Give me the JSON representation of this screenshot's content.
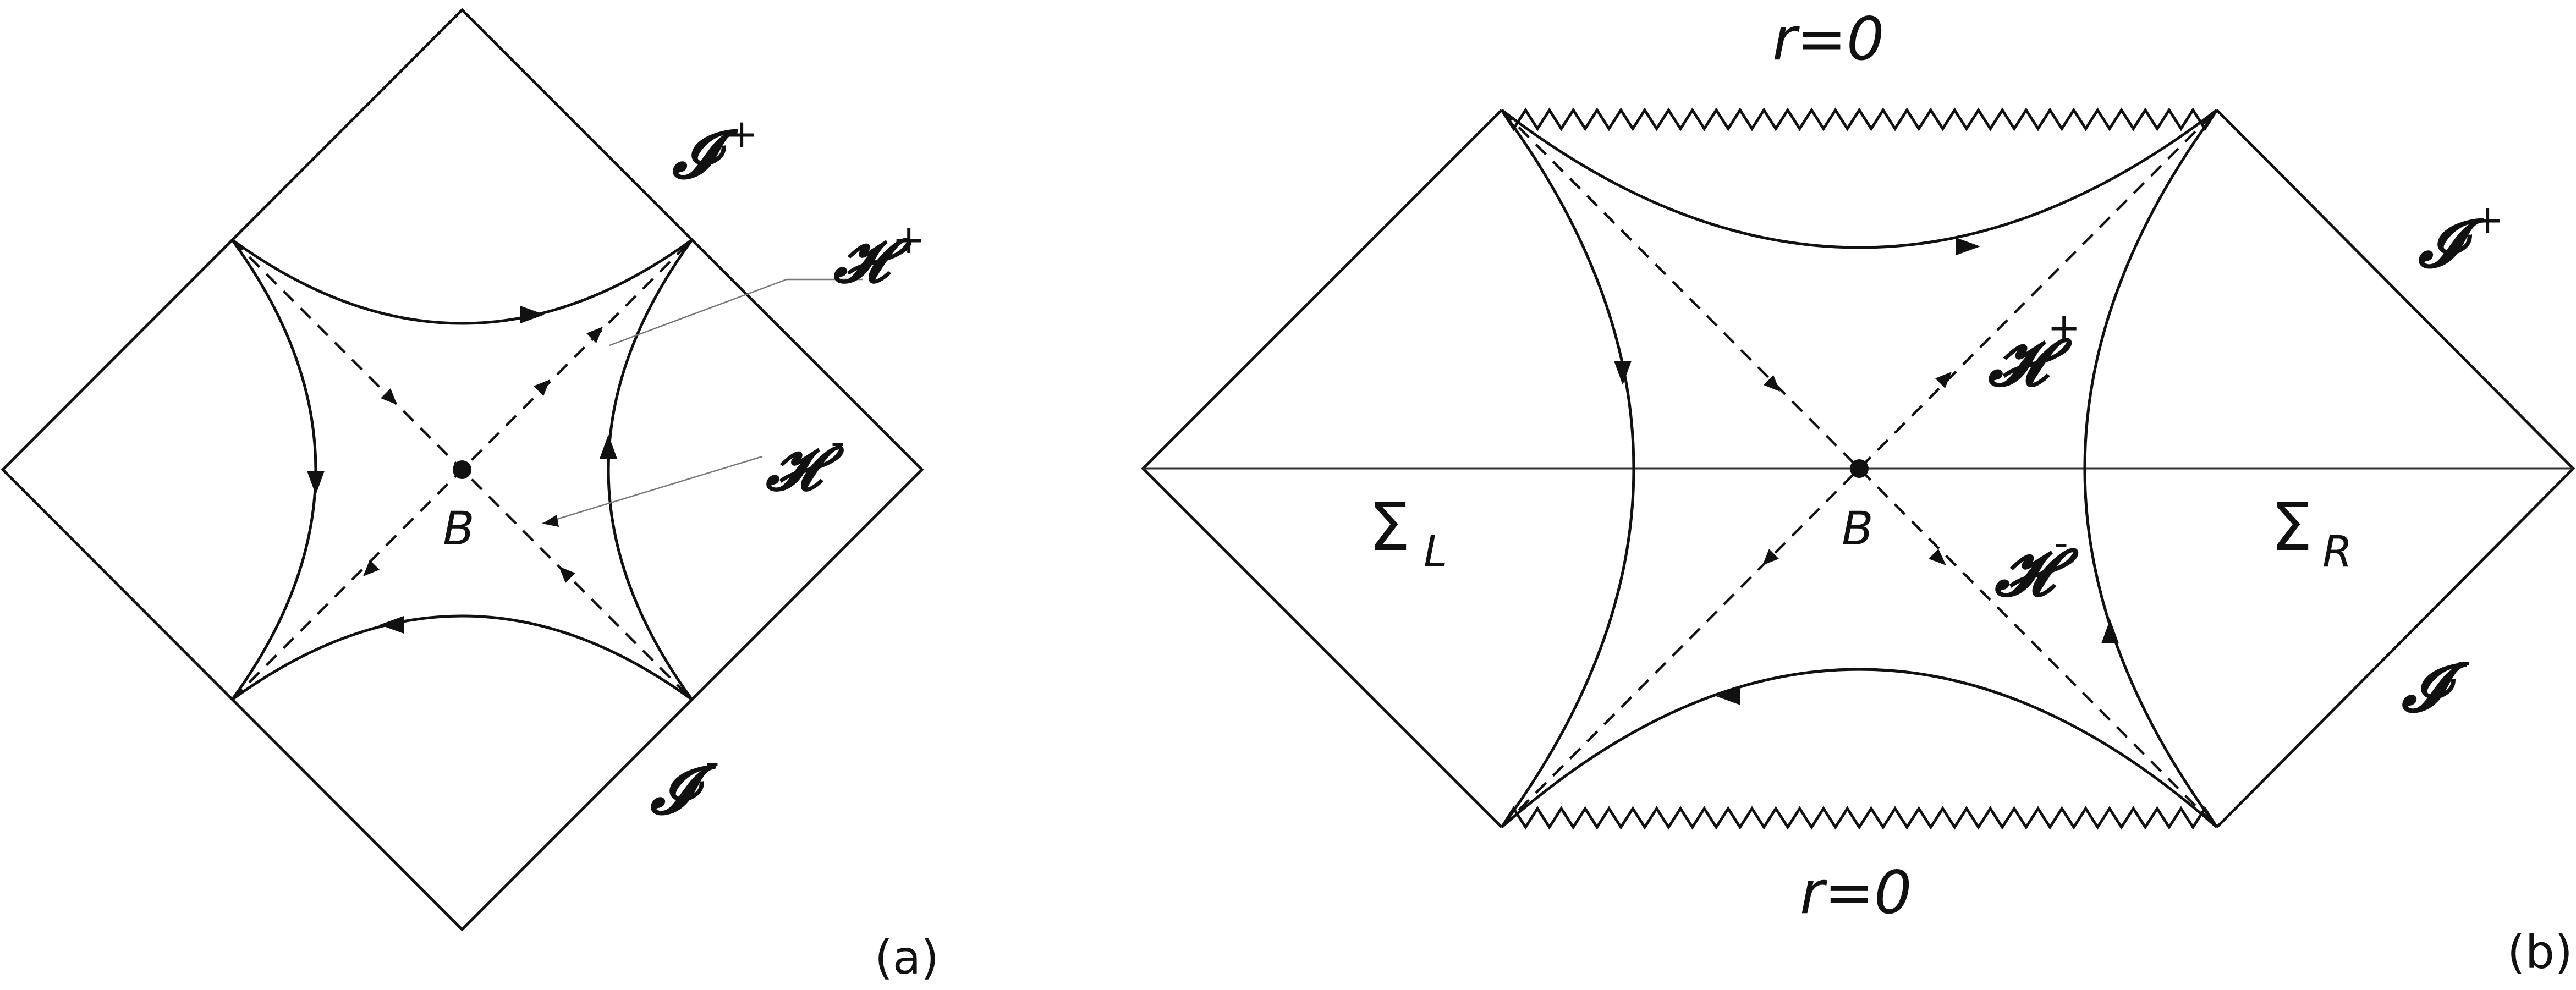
{
  "panel_a": {
    "caption": "(a)",
    "scri_plus": {
      "base": "𝓘",
      "sup": "+"
    },
    "scri_minus": {
      "base": "𝓘",
      "sup": "-"
    },
    "horizon_plus": {
      "base": "𝓗",
      "sup": "+"
    },
    "horizon_minus": {
      "base": "𝓗",
      "sup": "-"
    },
    "bifurcation": "B"
  },
  "panel_b": {
    "caption": "(b)",
    "singularity_top": "r=0",
    "singularity_bottom": "r=0",
    "scri_plus": {
      "base": "𝓘",
      "sup": "+"
    },
    "scri_minus": {
      "base": "𝓘",
      "sup": "-"
    },
    "horizon_plus": {
      "base": "𝓗",
      "sup": "+"
    },
    "horizon_minus": {
      "base": "𝓗",
      "sup": "-"
    },
    "bifurcation": "B",
    "sigma_left": {
      "base": "Σ",
      "sub": "L"
    },
    "sigma_right": {
      "base": "Σ",
      "sub": "R"
    }
  },
  "colors": {
    "ink": "#111111",
    "leader": "#777777",
    "background": "#ffffff"
  }
}
